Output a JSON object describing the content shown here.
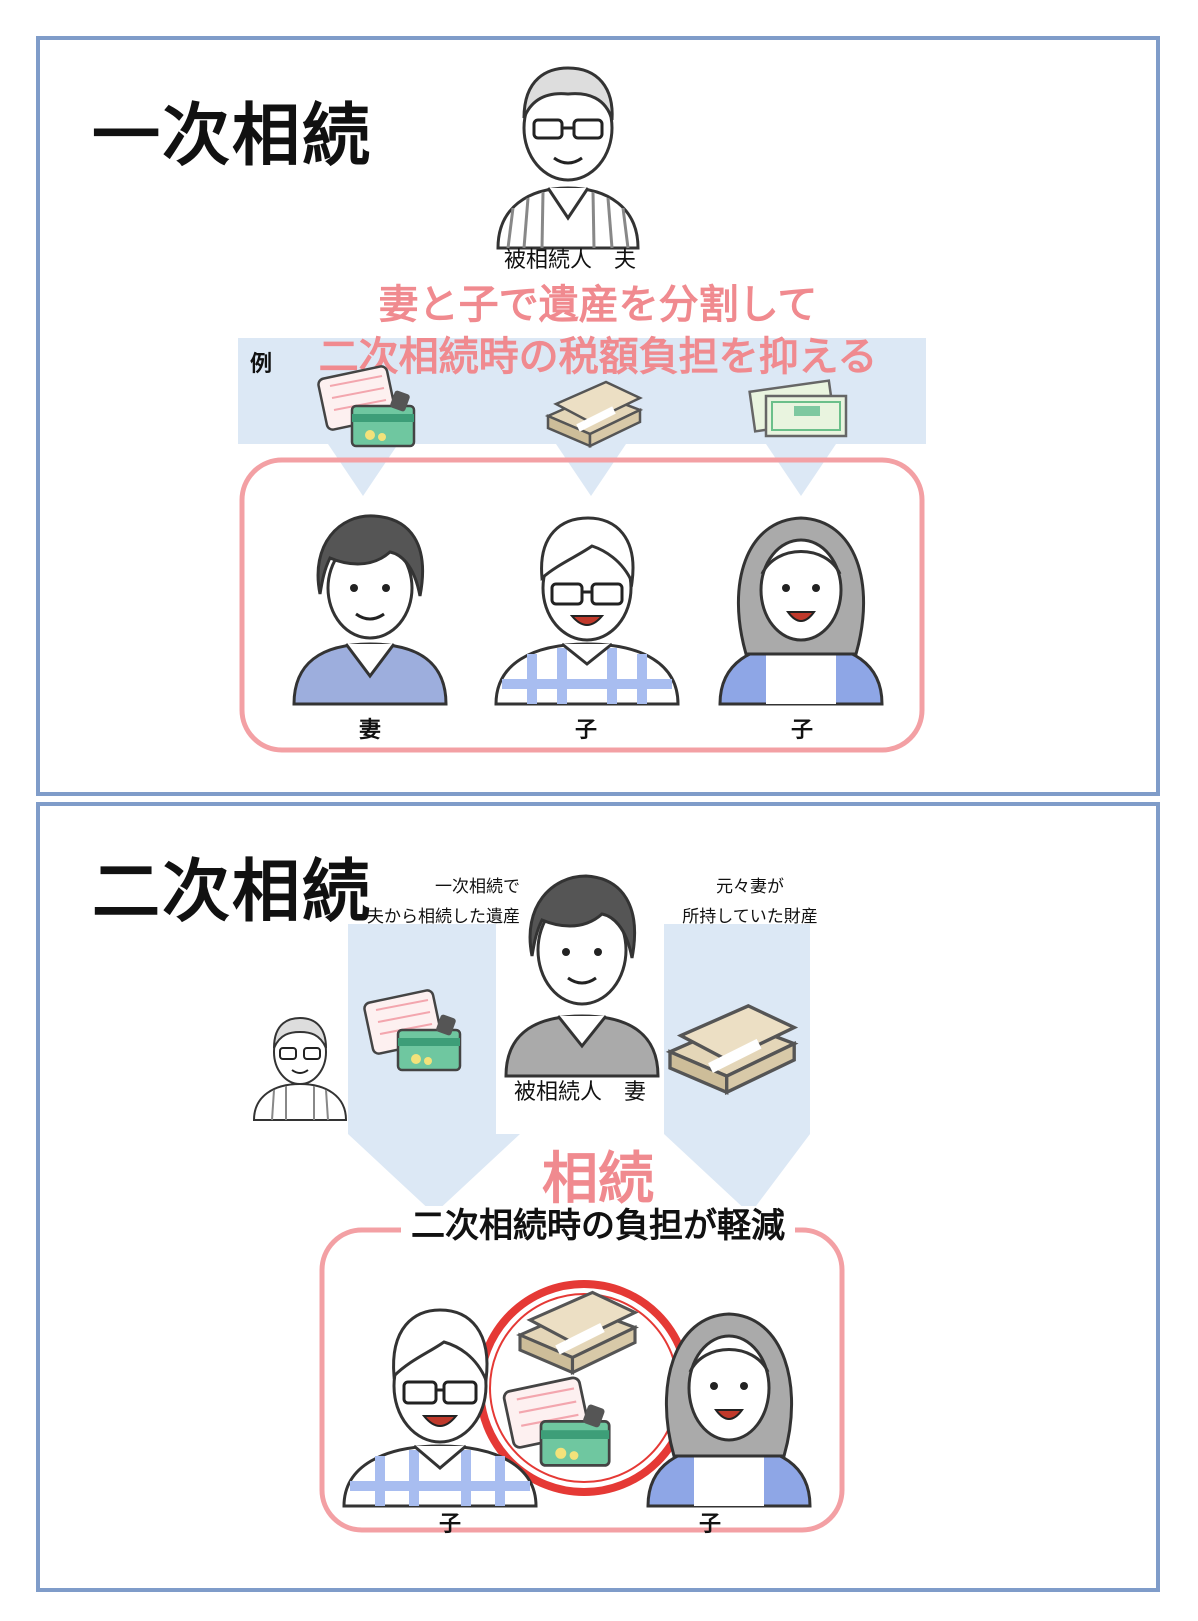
{
  "panel1": {
    "title": "一次相続",
    "deceased_label": "被相続人　夫",
    "message_line1": "妻と子で遺産を分割して",
    "message_line2": "二次相続時の税額負担を抑える",
    "example_label": "例",
    "heirs": [
      "妻",
      "子",
      "子"
    ],
    "asset_icons": [
      "passbook-card-icon",
      "cash-bundle-icon",
      "stock-certificate-icon"
    ]
  },
  "panel2": {
    "title": "二次相続",
    "left_note_line1": "一次相続で",
    "left_note_line2": "夫から相続した遺産",
    "right_note_line1": "元々妻が",
    "right_note_line2": "所持していた財産",
    "deceased_label": "被相続人　妻",
    "inherit_label": "相続",
    "result_label": "二次相続時の負担が軽減",
    "heirs": [
      "子",
      "子"
    ]
  },
  "colors": {
    "border": "#7f9cc9",
    "accent_pink": "#f08a8f",
    "arrow_fill": "#dce8f5",
    "highlight_red": "#e53935"
  }
}
